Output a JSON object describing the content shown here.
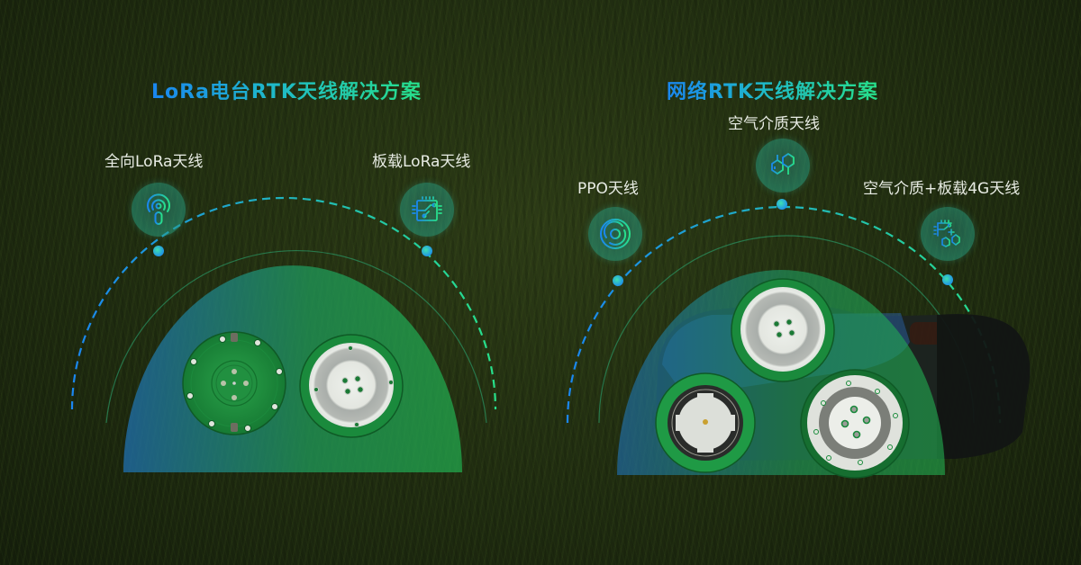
{
  "left_panel": {
    "title": "LoRa电台RTK天线解决方案",
    "antennas": [
      {
        "label": "全向LoRa天线",
        "icon": "omni-antenna-icon"
      },
      {
        "label": "板载LoRa天线",
        "icon": "circuit-board-icon"
      }
    ]
  },
  "right_panel": {
    "title": "网络RTK天线解决方案",
    "antennas": [
      {
        "label": "PPO天线",
        "icon": "concentric-rings-icon"
      },
      {
        "label": "空气介质天线",
        "icon": "molecule-icon"
      },
      {
        "label": "空气介质+板载4G天线",
        "icon": "circuit-molecule-icon"
      }
    ]
  },
  "colors": {
    "gradient_start": "#1a86f0",
    "gradient_end": "#27e08a",
    "background": "#1f2b10",
    "label_text": "#e8ece4"
  }
}
